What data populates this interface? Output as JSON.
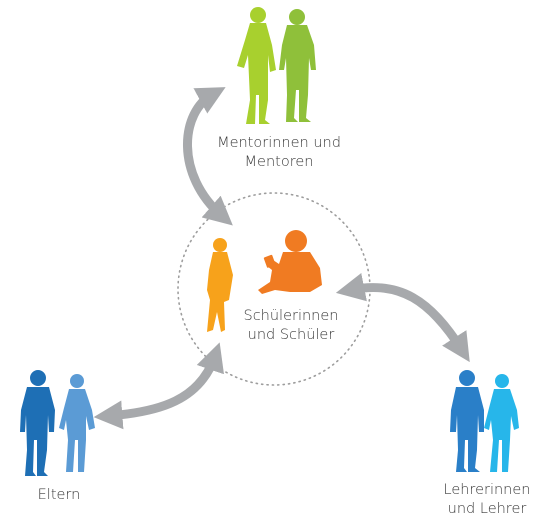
{
  "labels": {
    "mentors": [
      "Mentorinnen und",
      "Mentoren"
    ],
    "students": [
      "Schülerinnen",
      "und Schüler"
    ],
    "parents": [
      "Eltern"
    ],
    "teachers": [
      "Lehrerinnen",
      "und Lehrer"
    ]
  },
  "colors": {
    "mentors_light": "#a8d02e",
    "mentors_dark": "#8fc03a",
    "students_light": "#f7a21b",
    "students_dark": "#f07b22",
    "parents_dark": "#1e6fb5",
    "parents_light": "#5b9bd5",
    "teachers_dark": "#2a7fc8",
    "teachers_light": "#27b6ea",
    "arrows": "#a7a9ac",
    "circle": "#9d9d9d",
    "text": "#3a3a3a"
  },
  "icons": [
    "woman-silhouette-icon",
    "man-silhouette-icon",
    "girl-silhouette-icon",
    "boy-reading-icon",
    "double-arrow-icon"
  ]
}
